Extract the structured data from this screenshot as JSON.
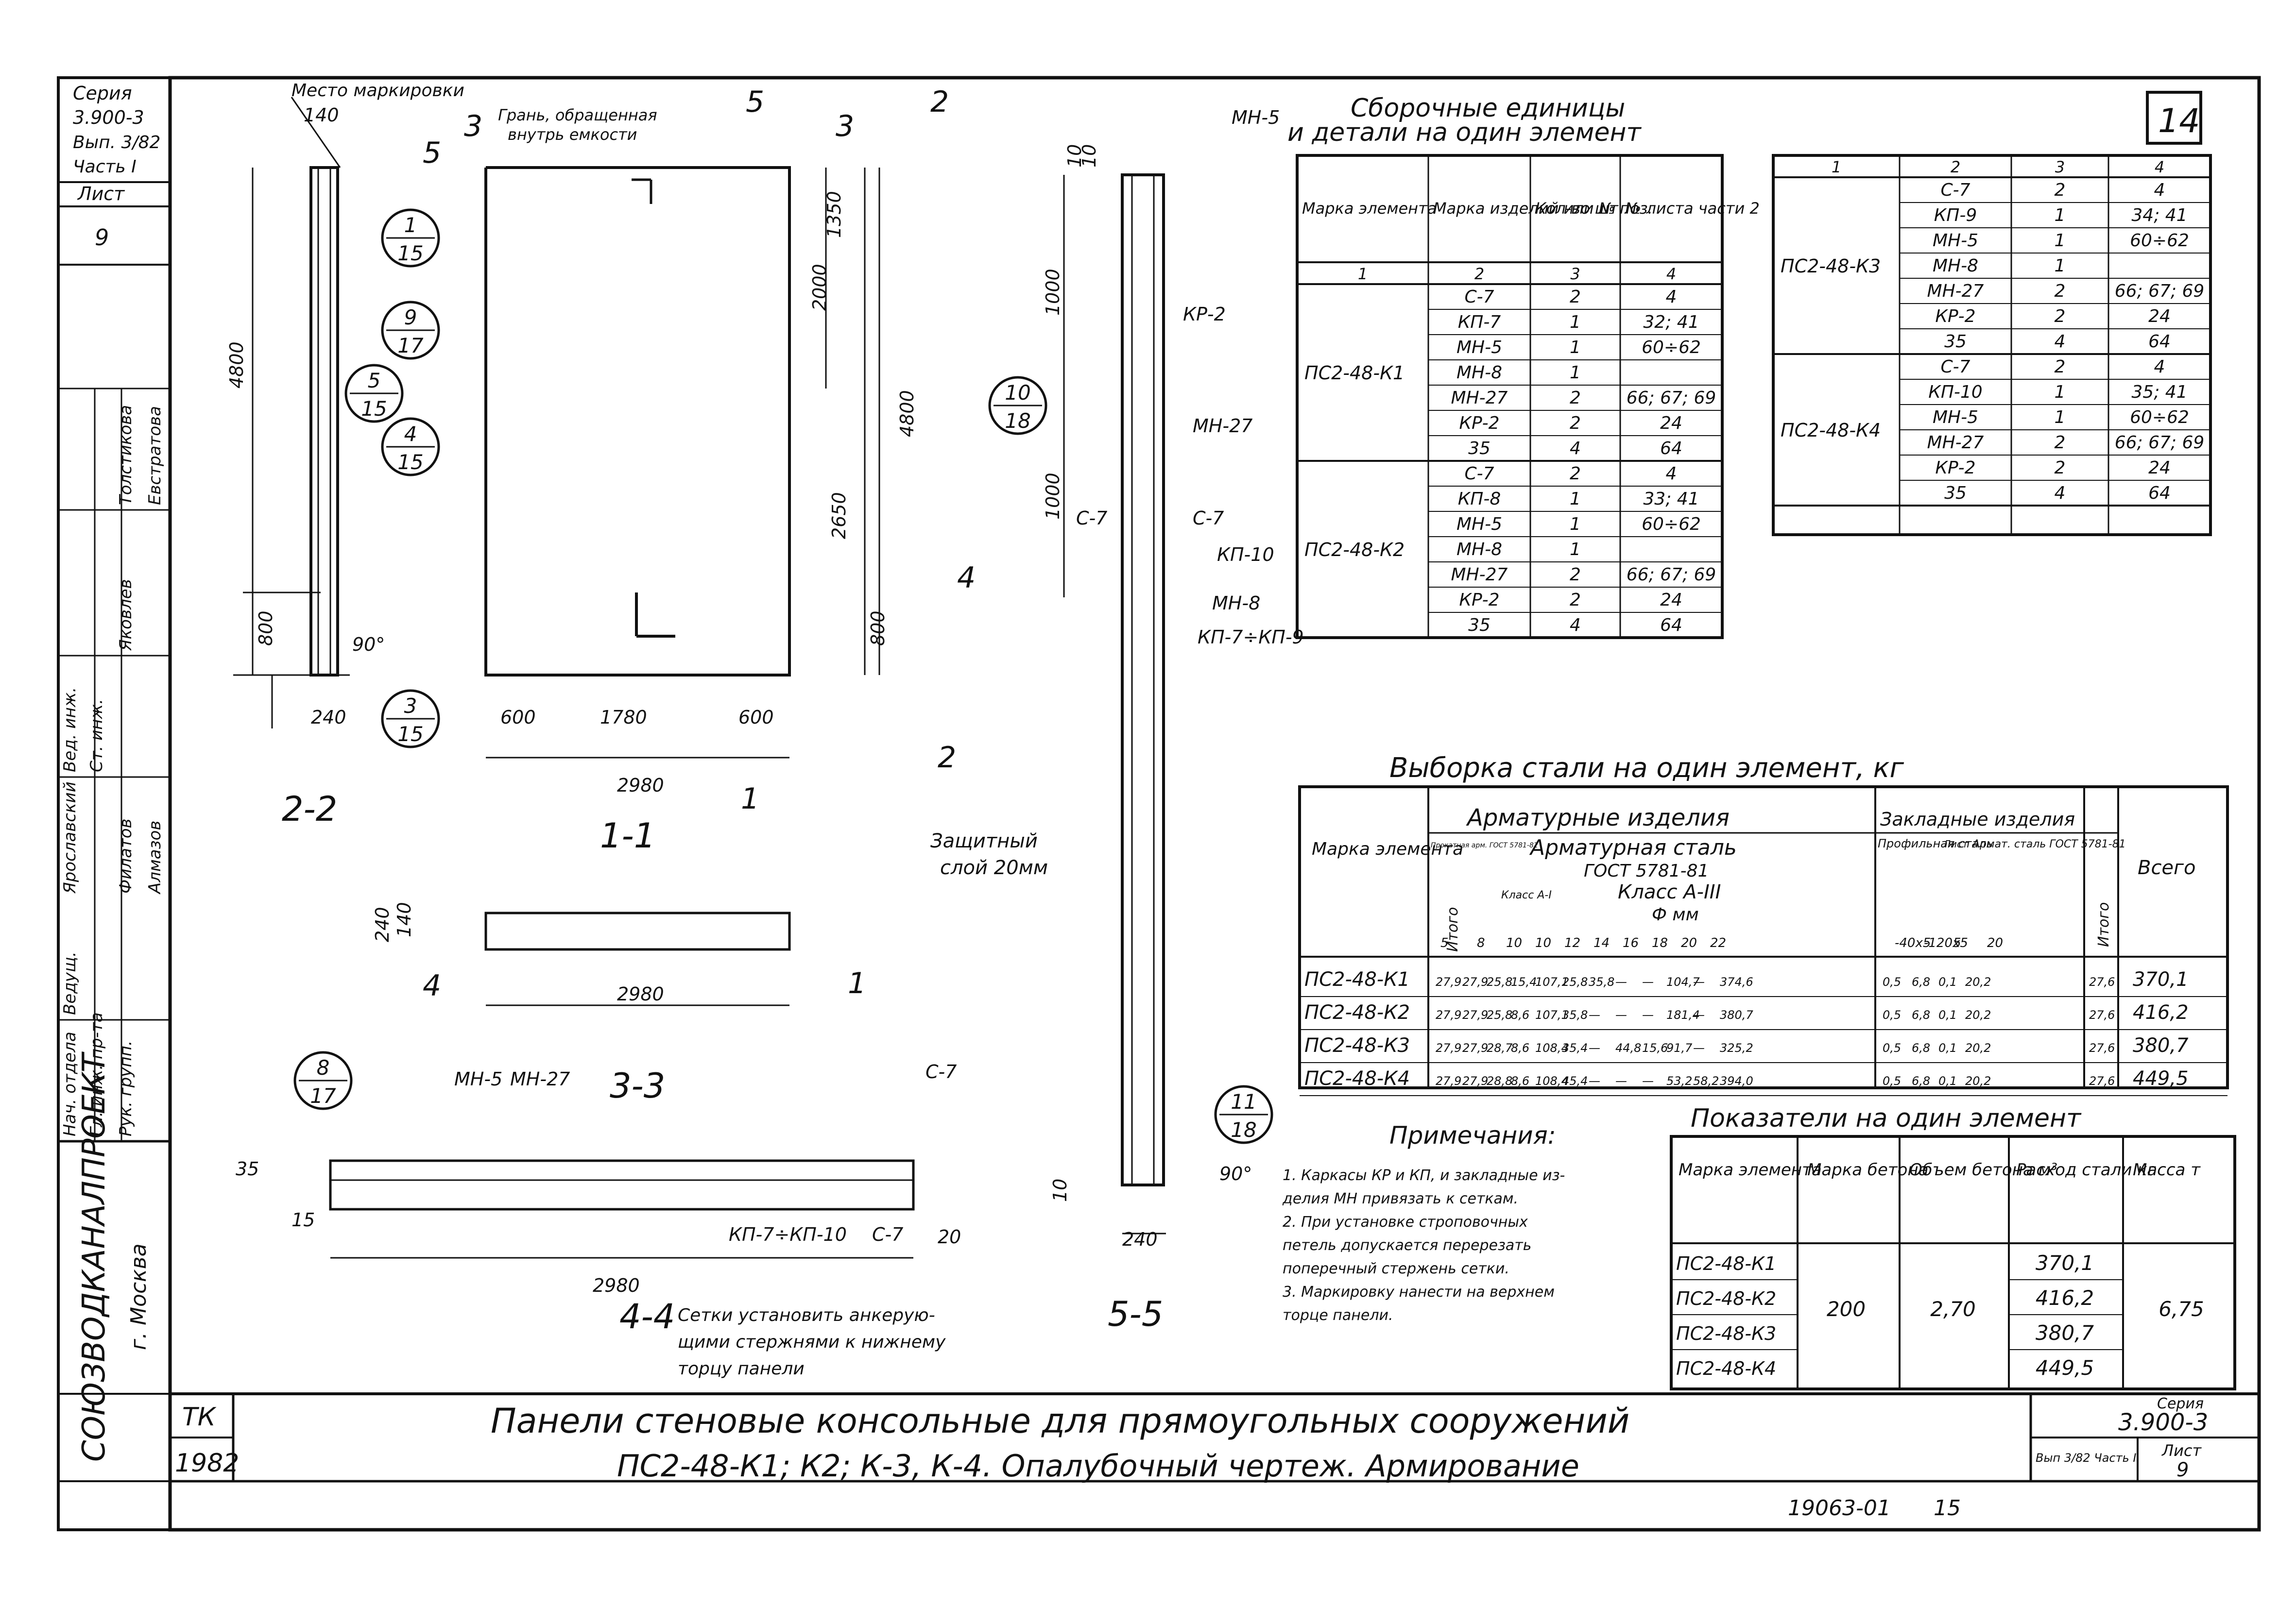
{
  "sheet_number": "14",
  "stamp": {
    "series_label": "Серия",
    "series": "3.900-3",
    "issue": "Вып. 3/82",
    "part": "Часть I",
    "sheet_label": "Лист",
    "sheet": "9"
  },
  "side_roles": [
    "Нач. отдела",
    "Гл. инж. пр-та",
    "Рук. групп.",
    "Ведущ.",
    "Ярославский",
    "Вед. инж.",
    "Ст. инж.",
    "Толстикова",
    "Евстратова",
    "Яковлев",
    "Филатов",
    "Алмазов"
  ],
  "organization": "СОЮЗВОДКАНАЛПРОЕКТ",
  "city": "г. Москва",
  "views": {
    "v22": "2-2",
    "v11": "1-1",
    "v33": "3-3",
    "v44": "4-4",
    "v55": "5-5",
    "place_mark": "Место маркировки",
    "face_note_1": "Грань, обращенная",
    "face_note_2": "внутрь емкости",
    "protective_1": "Защитный",
    "protective_2": "слой 20мм",
    "mesh_note_1": "Сетки установить анкерую-",
    "mesh_note_2": "щими стержнями к нижнему",
    "mesh_note_3": "торцу панели",
    "cut_labels": [
      "5",
      "3",
      "2",
      "3",
      "4",
      "2",
      "4",
      "1",
      "1",
      "5"
    ],
    "bubbles": [
      {
        "top": "1",
        "bottom": "15"
      },
      {
        "top": "9",
        "bottom": "17"
      },
      {
        "top": "5",
        "bottom": "15"
      },
      {
        "top": "4",
        "bottom": "15"
      },
      {
        "top": "3",
        "bottom": "15"
      },
      {
        "top": "10",
        "bottom": "18"
      },
      {
        "top": "8",
        "bottom": "17"
      },
      {
        "top": "11",
        "bottom": "18"
      }
    ],
    "dims": [
      "140",
      "4800",
      "800",
      "90°",
      "240",
      "1350",
      "2000",
      "2650",
      "4800",
      "800",
      "600",
      "1780",
      "600",
      "2980",
      "240",
      "140",
      "2980",
      "35",
      "15",
      "2980",
      "20",
      "1000",
      "1000",
      "10",
      "90°",
      "240",
      "10",
      "10"
    ],
    "part_labels": [
      "МН-5",
      "КР-2",
      "МН-27",
      "С-7",
      "С-7",
      "КП-10",
      "МН-8",
      "КП-7÷КП-9",
      "МН-5",
      "МН-27",
      "С-7",
      "КП-7÷КП-10",
      "С-7"
    ]
  },
  "assembly": {
    "title_1": "Сборочные единицы",
    "title_2": "и детали на один элемент",
    "headers": [
      "Марка элемента",
      "Марка изделий или № поз.",
      "Кол-во шт",
      "№ листа части 2"
    ],
    "col_numbers": [
      "1",
      "2",
      "3",
      "4"
    ],
    "groups": [
      {
        "mark": "ПС2-48-К1",
        "rows": [
          [
            "С-7",
            "2",
            "4"
          ],
          [
            "КП-7",
            "1",
            "32; 41"
          ],
          [
            "МН-5",
            "1",
            "60÷62"
          ],
          [
            "МН-8",
            "1",
            ""
          ],
          [
            "МН-27",
            "2",
            "66; 67; 69"
          ],
          [
            "КР-2",
            "2",
            "24"
          ],
          [
            "35",
            "4",
            "64"
          ]
        ]
      },
      {
        "mark": "ПС2-48-К2",
        "rows": [
          [
            "С-7",
            "2",
            "4"
          ],
          [
            "КП-8",
            "1",
            "33; 41"
          ],
          [
            "МН-5",
            "1",
            "60÷62"
          ],
          [
            "МН-8",
            "1",
            ""
          ],
          [
            "МН-27",
            "2",
            "66; 67; 69"
          ],
          [
            "КР-2",
            "2",
            "24"
          ],
          [
            "35",
            "4",
            "64"
          ]
        ]
      },
      {
        "mark": "ПС2-48-К3",
        "rows": [
          [
            "С-7",
            "2",
            "4"
          ],
          [
            "КП-9",
            "1",
            "34; 41"
          ],
          [
            "МН-5",
            "1",
            "60÷62"
          ],
          [
            "МН-8",
            "1",
            ""
          ],
          [
            "МН-27",
            "2",
            "66; 67; 69"
          ],
          [
            "КР-2",
            "2",
            "24"
          ],
          [
            "35",
            "4",
            "64"
          ]
        ]
      },
      {
        "mark": "ПС2-48-К4",
        "rows": [
          [
            "С-7",
            "2",
            "4"
          ],
          [
            "КП-10",
            "1",
            "35; 41"
          ],
          [
            "МН-5",
            "1",
            "60÷62"
          ],
          [
            "МН-27",
            "2",
            "66; 67; 69"
          ],
          [
            "КР-2",
            "2",
            "24"
          ],
          [
            "35",
            "4",
            "64"
          ]
        ]
      }
    ]
  },
  "steel": {
    "title": "Выборка стали на один элемент, кг",
    "h_mark": "Марка элемента",
    "h_arm": "Арматурные изделия",
    "h_emb": "Закладные изделия",
    "h_rolled": "Прокатная арм. ГОСТ 5781-82",
    "h_rebar_steel": "Арматурная сталь",
    "h_gost": "ГОСТ 5781-81",
    "h_class_a1": "Класс А-I",
    "h_class_a3": "Класс А-III",
    "h_phi": "Ф мм",
    "h_total_arm": "Итого",
    "h_profile": "Профильная сталь",
    "h_sheet": "Лист",
    "h_armsteel": "Армат. сталь ГОСТ 5781-81",
    "h_total": "Итого",
    "h_all": "Всего",
    "sub_cols": [
      "5",
      "8",
      "10",
      "10",
      "12",
      "14",
      "16",
      "18",
      "20",
      "22",
      "-40х5",
      "-120х5",
      "5",
      "20"
    ],
    "rows": [
      {
        "mark": "ПС2-48-К1",
        "cells": [
          "27,9",
          "27,9",
          "25,8",
          "15,4",
          "107,1",
          "25,8",
          "35,8",
          "—",
          "—",
          "104,7",
          "—",
          "374,6",
          "0,5",
          "6,8",
          "0,1",
          "20,2",
          "27,6",
          "370,1"
        ]
      },
      {
        "mark": "ПС2-48-К2",
        "cells": [
          "27,9",
          "27,9",
          "25,8",
          "8,6",
          "107,1",
          "35,8",
          "—",
          "—",
          "—",
          "181,4",
          "—",
          "380,7",
          "0,5",
          "6,8",
          "0,1",
          "20,2",
          "27,6",
          "416,2"
        ]
      },
      {
        "mark": "ПС2-48-К3",
        "cells": [
          "27,9",
          "27,9",
          "28,7",
          "8,6",
          "108,4",
          "35,4",
          "—",
          "44,8",
          "15,6",
          "91,7",
          "—",
          "325,2",
          "0,5",
          "6,8",
          "0,1",
          "20,2",
          "27,6",
          "380,7"
        ]
      },
      {
        "mark": "ПС2-48-К4",
        "cells": [
          "27,9",
          "27,9",
          "28,8",
          "8,6",
          "108,4",
          "45,4",
          "—",
          "—",
          "—",
          "53,2",
          "58,2",
          "394,0",
          "0,5",
          "6,8",
          "0,1",
          "20,2",
          "27,6",
          "449,5"
        ]
      }
    ]
  },
  "indicators": {
    "title": "Показатели на один элемент",
    "headers": [
      "Марка элемента",
      "Марка бетона",
      "Объем бетона м³",
      "Расход стали кг",
      "Масса т"
    ],
    "marks": [
      "ПС2-48-К1",
      "ПС2-48-К2",
      "ПС2-48-К3",
      "ПС2-48-К4"
    ],
    "concrete": "200",
    "volume": "2,70",
    "steel": [
      "370,1",
      "416,2",
      "380,7",
      "449,5"
    ],
    "mass": "6,75"
  },
  "notes": {
    "title": "Примечания:",
    "lines": [
      "1. Каркасы КР и КП, и закладные из-",
      "делия МН привязать к сеткам.",
      "2. При установке строповочных",
      "петель допускается перерезать",
      "поперечный стержень сетки.",
      "3. Маркировку нанести на верхнем",
      "торце панели."
    ]
  },
  "title_block": {
    "tk": "ТК",
    "year": "1982",
    "title_1": "Панели стеновые консольные для прямоугольных сооружений",
    "title_2": "ПС2-48-К1; К2; К-3, К-4. Опалубочный чертеж. Армирование",
    "series_label": "Серия",
    "series": "3.900-3",
    "issue": "Вып 3/82 Часть I",
    "sheet_label": "Лист",
    "sheet": "9",
    "code": "19063-01",
    "page": "15"
  }
}
